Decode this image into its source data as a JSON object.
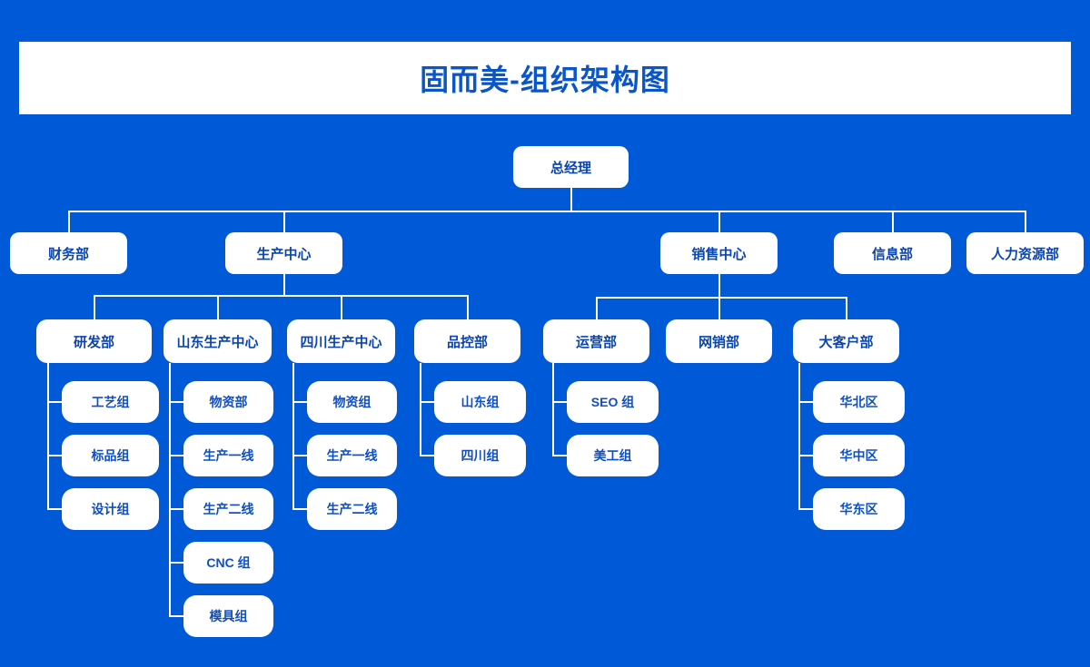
{
  "header": {
    "title": "固而美-组织架构图"
  },
  "colors": {
    "background": "#0059d6",
    "banner": "#ffffff",
    "node_fill": "#ffffff",
    "node_text": "#0a45b0",
    "title_text": "#0a56c8",
    "connector": "#ffffff"
  },
  "org": {
    "root": {
      "label": "总经理"
    },
    "level2": [
      {
        "label": "财务部"
      },
      {
        "label": "生产中心"
      },
      {
        "label": "销售中心"
      },
      {
        "label": "信息部"
      },
      {
        "label": "人力资源部"
      }
    ],
    "production_departments": [
      {
        "label": "研发部"
      },
      {
        "label": "山东生产中心"
      },
      {
        "label": "四川生产中心"
      },
      {
        "label": "品控部"
      }
    ],
    "sales_departments": [
      {
        "label": "运营部"
      },
      {
        "label": "网销部"
      },
      {
        "label": "大客户部"
      }
    ],
    "rd_teams": [
      {
        "label": "工艺组"
      },
      {
        "label": "标品组"
      },
      {
        "label": "设计组"
      }
    ],
    "shandong_teams": [
      {
        "label": "物资部"
      },
      {
        "label": "生产一线"
      },
      {
        "label": "生产二线"
      },
      {
        "label": "CNC 组"
      },
      {
        "label": "模具组"
      }
    ],
    "sichuan_teams": [
      {
        "label": "物资组"
      },
      {
        "label": "生产一线"
      },
      {
        "label": "生产二线"
      }
    ],
    "qc_teams": [
      {
        "label": "山东组"
      },
      {
        "label": "四川组"
      }
    ],
    "operations_teams": [
      {
        "label": "SEO 组"
      },
      {
        "label": "美工组"
      }
    ],
    "key_account_teams": [
      {
        "label": "华北区"
      },
      {
        "label": "华中区"
      },
      {
        "label": "华东区"
      }
    ]
  }
}
